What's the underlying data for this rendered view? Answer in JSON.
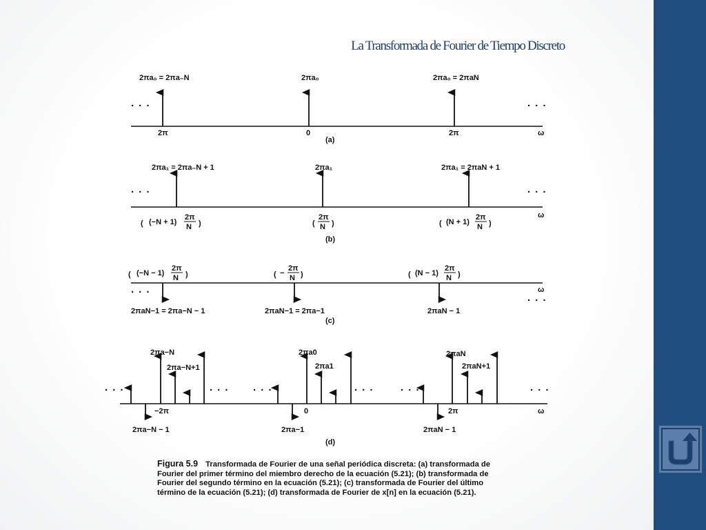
{
  "slide": {
    "title": "La Transformada de Fourier de Tiempo Discreto"
  },
  "figure": {
    "ellipsis": "· · ·",
    "omega": "ω",
    "panels": {
      "a": {
        "label": "(a)",
        "left_amp": "2πa₀ = 2πa₋N",
        "center_amp": "2πa₀",
        "right_amp": "2πa₀ = 2πaN",
        "left_tick": "2π",
        "center_tick": "0",
        "right_tick": "2π"
      },
      "b": {
        "label": "(b)",
        "left_amp": "2πa₁ = 2πa₋N + 1",
        "center_amp": "2πa₁",
        "right_amp": "2πa₁ = 2πaN + 1",
        "left_prefix": "(−N + 1)",
        "center_prefix": "",
        "right_prefix": "(N + 1)",
        "frac_num": "2π",
        "frac_den": "N"
      },
      "c": {
        "label": "(c)",
        "left_prefix": "(−N − 1)",
        "center_prefix": "−",
        "right_prefix": "(N − 1)",
        "frac_num": "2π",
        "frac_den": "N",
        "left_amp": "2πaN−1 = 2πa−N − 1",
        "center_amp": "2πaN−1 = 2πa−1",
        "right_amp": "2πaN − 1"
      },
      "d": {
        "label": "(d)",
        "top_left_1": "2πa−N",
        "top_left_2": "2πa−N+1",
        "top_center_1": "2πa0",
        "top_center_2": "2πa1",
        "top_right_1": "2πaN",
        "top_right_2": "2πaN+1",
        "tick_left": "−2π",
        "tick_center": "0",
        "tick_right": "2π",
        "bottom_left": "2πa−N − 1",
        "bottom_center": "2πa−1",
        "bottom_right": "2πaN − 1"
      }
    },
    "caption": {
      "number": "Figura 5.9",
      "text": "Transformada de Fourier de una señal periódica discreta: (a) transformada de Fourier del primer término del miembro derecho de la ecuación (5.21); (b) transformada de Fourier del segundo término en la ecuación (5.21); (c) transformada de Fourier del último término de la ecuación (5.21); (d) transformada de Fourier de x[n] en la ecuación (5.21)."
    }
  },
  "nav": {
    "return_icon": "return-u-arrow-icon"
  }
}
